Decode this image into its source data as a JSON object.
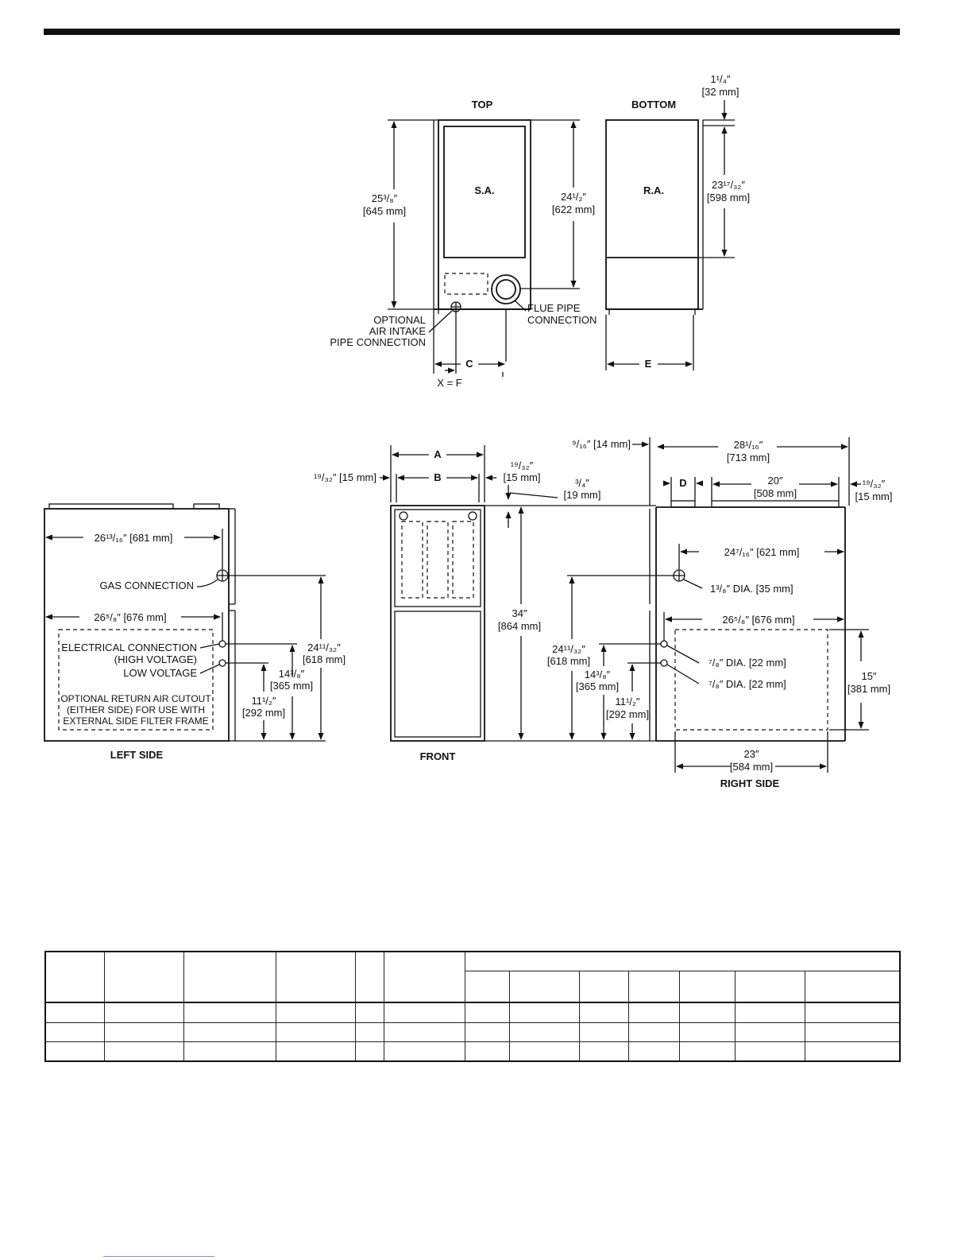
{
  "views": {
    "top": {
      "title": "TOP",
      "supply_label": "S.A."
    },
    "bottom": {
      "title": "BOTTOM",
      "return_label": "R.A."
    },
    "left_side": {
      "title": "LEFT SIDE"
    },
    "front": {
      "title": "FRONT"
    },
    "right_side": {
      "title": "RIGHT SIDE"
    }
  },
  "callouts": {
    "optional_air_intake": [
      "OPTIONAL",
      "AIR INTAKE",
      "PIPE CONNECTION"
    ],
    "flue_pipe": [
      "FLUE PIPE",
      "CONNECTION"
    ],
    "gas_connection": "GAS CONNECTION",
    "electrical_connection": [
      "ELECTRICAL CONNECTION",
      "(HIGH VOLTAGE)"
    ],
    "low_voltage": "LOW VOLTAGE",
    "return_air_cutout": [
      "OPTIONAL RETURN AIR CUTOUT",
      "(EITHER SIDE) FOR USE WITH",
      "EXTERNAL SIDE FILTER FRAME"
    ],
    "dia_large": "1³/₈″ DIA. [35 mm]",
    "dia_small_1": "⁷/₈″ DIA. [22 mm]",
    "dia_small_2": "⁷/₈″ DIA. [22 mm]"
  },
  "dimension_letters": {
    "a": "A",
    "b": "B",
    "c": "C",
    "d": "D",
    "e": "E",
    "xf": "X = F"
  },
  "dimensions": {
    "top_depth": [
      "25³/₈″",
      "[645 mm]"
    ],
    "top_flue": [
      "24¹/₂″",
      "[622 mm]"
    ],
    "bottom_offset": [
      "1¹/₄″",
      "[32 mm]"
    ],
    "bottom_opening": [
      "23¹⁷/₃₂″",
      "[598 mm]"
    ],
    "front_left_gap": "¹⁹/₃₂″ [15 mm]",
    "front_right_gap": [
      "¹⁹/₃₂″",
      "[15 mm]"
    ],
    "front_top_gap": [
      "³/₄″",
      "[19 mm]"
    ],
    "front_height": [
      "34″",
      "[864 mm]"
    ],
    "right_gap": "⁹/₁₆″ [14 mm]",
    "right_depth": [
      "28¹/₁₆″",
      "[713 mm]"
    ],
    "right_opening": [
      "20″",
      "[508 mm]"
    ],
    "right_side_gap": [
      "¹⁹/₃₂″",
      "[15 mm]"
    ],
    "right_gas_dist": "24⁷/₁₆″ [621 mm]",
    "right_cutout_dist": "26⁵/₈″ [676 mm]",
    "right_cutout_height": [
      "15″",
      "[381 mm]"
    ],
    "right_cutout_width": [
      "23″",
      "[584 mm]"
    ],
    "left_top_dist": "26¹³/₁₆″ [681 mm]",
    "left_cutout_dist": "26⁵/₈″ [676 mm]",
    "gas_height": [
      "24¹¹/₃₂″",
      "[618 mm]"
    ],
    "high_voltage_height": [
      "14³/₈″",
      "[365 mm]"
    ],
    "low_voltage_height": [
      "11¹/₂″",
      "[292 mm]"
    ],
    "front_gas_height": [
      "24¹¹/₃₂″",
      "[618 mm]"
    ],
    "front_hv_height": [
      "14³/₈″",
      "[365 mm]"
    ],
    "front_lv_height": [
      "11¹/₂″",
      "[292 mm]"
    ]
  }
}
